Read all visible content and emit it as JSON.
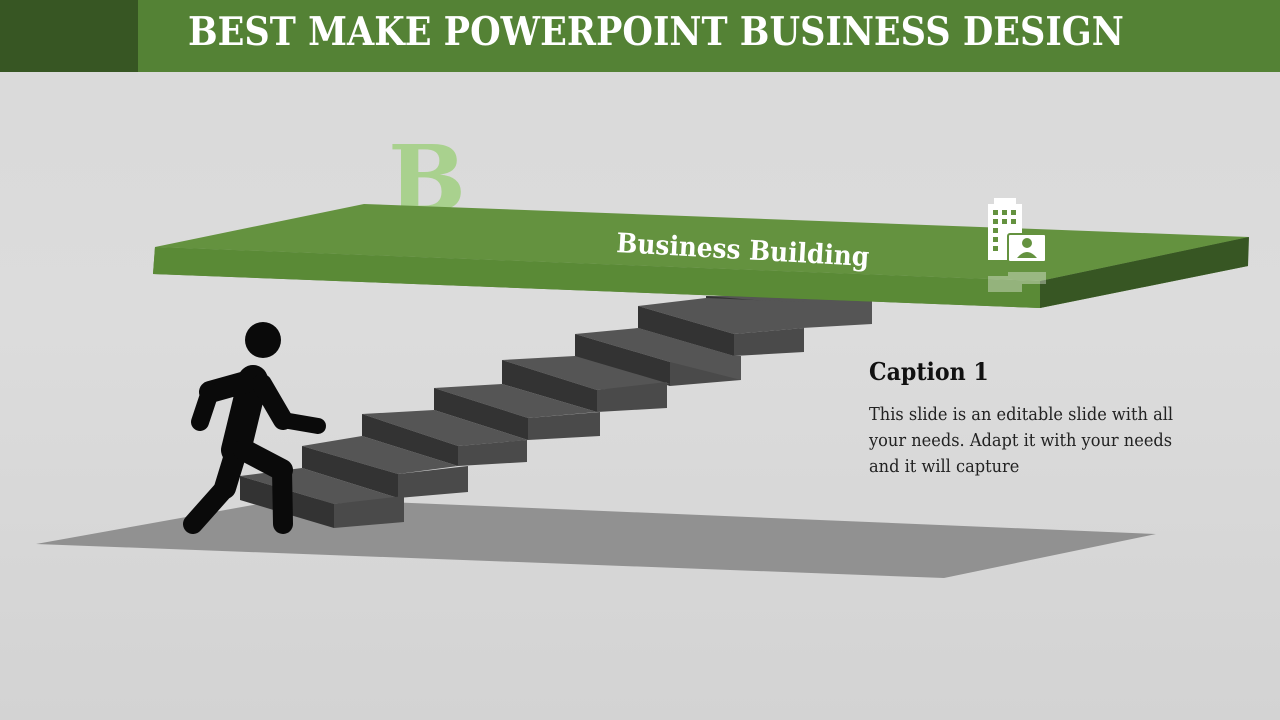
{
  "slide": {
    "title": "BEST MAKE POWERPOINT BUSINESS DESIGN",
    "letter": "B",
    "platform_label": "Business Building",
    "caption_title": "Caption 1",
    "caption_body": "This slide is an editable slide with all your needs. Adapt it with your needs and it will capture"
  },
  "icons": {
    "platform_icon": "office-building-icon",
    "person_icon": "person-climbing-stairs-icon"
  },
  "colors": {
    "header_green": "#548235",
    "header_dark_green": "#375623",
    "platform_top": "#64923f",
    "platform_side": "#375623",
    "letter_green": "#a9d18e",
    "stairs_top": "#555555",
    "stairs_front": "#333333"
  }
}
